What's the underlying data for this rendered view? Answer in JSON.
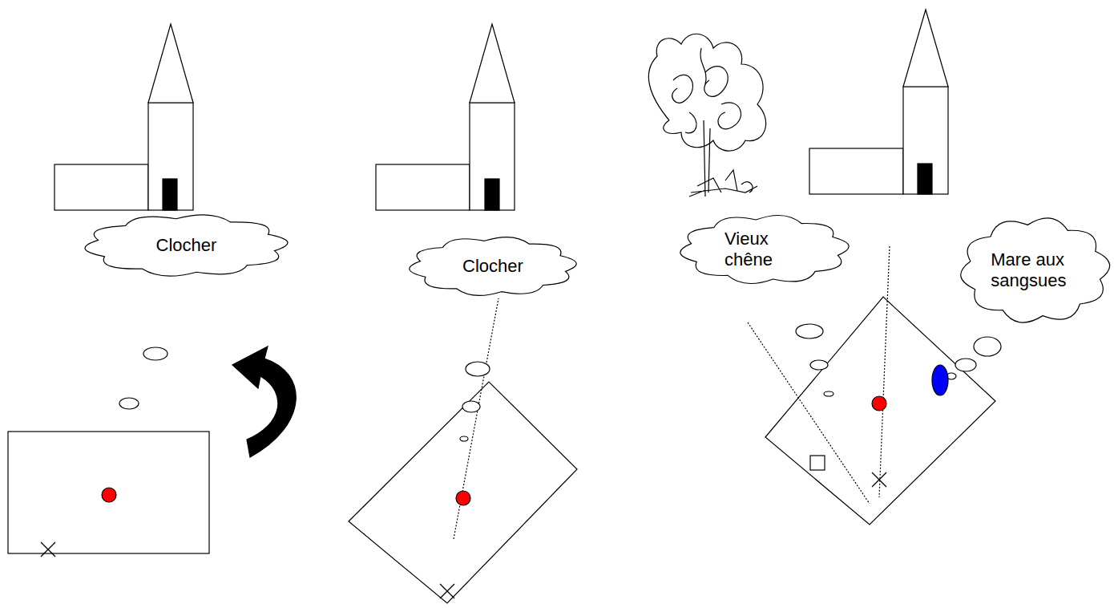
{
  "diagram": {
    "nodes": [
      {
        "text": [
          "Clocher"
        ]
      },
      {
        "text": [
          "Clocher"
        ]
      },
      {
        "text": [
          "Vieux chêne"
        ]
      },
      {
        "text": [
          "Mare aux sangsues"
        ]
      }
    ]
  }
}
